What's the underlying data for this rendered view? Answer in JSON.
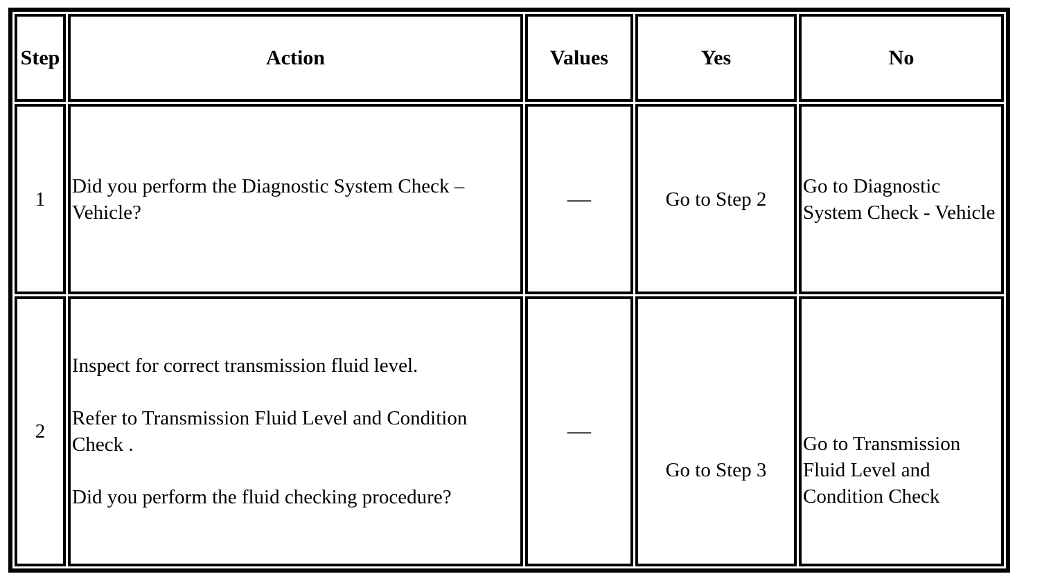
{
  "page": {
    "background_color": "#ffffff",
    "text_color": "#000000",
    "border_color": "#000000"
  },
  "table": {
    "columns": [
      {
        "key": "step",
        "label": "Step"
      },
      {
        "key": "action",
        "label": "Action"
      },
      {
        "key": "values",
        "label": "Values"
      },
      {
        "key": "yes",
        "label": "Yes"
      },
      {
        "key": "no",
        "label": "No"
      }
    ],
    "rows": [
      {
        "step": "1",
        "action_paragraphs": [
          "Did you perform the Diagnostic System Check – Vehicle?"
        ],
        "values": "—",
        "yes": "Go to Step 2",
        "no": "Go to Diagnostic System Check - Vehicle"
      },
      {
        "step": "2",
        "action_paragraphs": [
          "Inspect for correct transmission fluid level.",
          "Refer to Transmission Fluid Level and Condition Check .",
          "Did you perform the fluid checking procedure?"
        ],
        "values": "—",
        "yes": "Go to Step 3",
        "no": "Go to Transmission Fluid Level and Condition Check"
      }
    ]
  }
}
